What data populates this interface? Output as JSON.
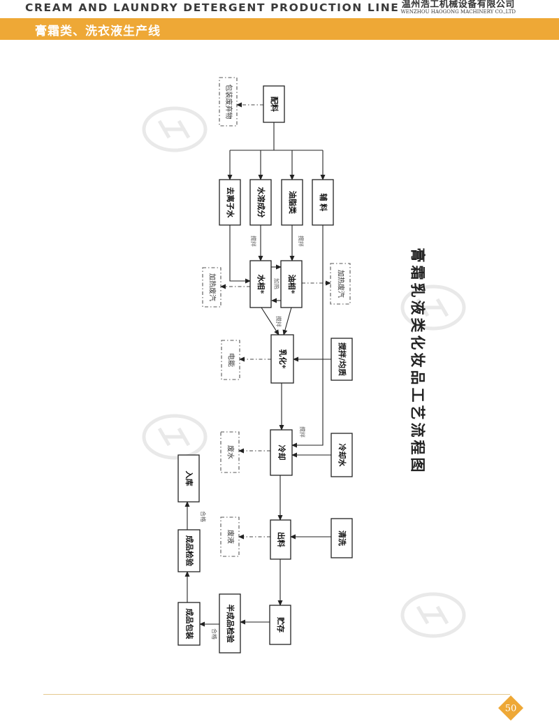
{
  "header": {
    "title_en": "CREAM AND LAUNDRY DETERGENT PRODUCTION LINE",
    "company_cn": "温州浩工机械设备有限公司",
    "company_en": "WENZHOU HAOGONG MACHINERY CO.,LTD",
    "subtitle_cn": "膏霜类、洗衣液生产线"
  },
  "diagram": {
    "title": "膏霜乳液类化妆品工艺流程图",
    "nodes": {
      "peiliao": "配料",
      "baozhuang_feiqiwu": "包装废弃物",
      "qulizishui": "去离子水",
      "shuirong_chengfen": "水溶成分",
      "youzhi_lei": "油脂类",
      "fuliao": "辅 料",
      "shuixiang": "水相*",
      "youxiang": "油相*",
      "jiare_feiqi_left": "加热废汽",
      "jiare_feiqi_right": "加热废汽",
      "ruhua": "乳化*",
      "dianneng": "电能",
      "jiaoban_junzhi": "搅拌/均质",
      "lengque": "冷却",
      "feishui": "废水",
      "lengqueshui": "冷却水",
      "chuliao": "出料",
      "feiye": "废液",
      "qingxi": "清洗",
      "zhucun": "贮存",
      "banchengpin_jianyan": "半成品检验",
      "chengpin_baozhuang": "成品包装",
      "chengpin_jianyan": "成品检验",
      "ruku": "入库"
    },
    "labels": {
      "jiaoban_1": "搅拌",
      "jiaoban_2": "搅拌",
      "jiare": "加热",
      "jiaoban_3": "搅拌",
      "jiaoban_4": "搅拌",
      "hege_1": "合格",
      "hege_2": "合格"
    }
  },
  "footer": {
    "page_number": "50"
  },
  "colors": {
    "accent": "#eea836",
    "header_text": "#3a3a3a",
    "banner_text": "#ffffff",
    "footer_line": "#e5c98e"
  }
}
